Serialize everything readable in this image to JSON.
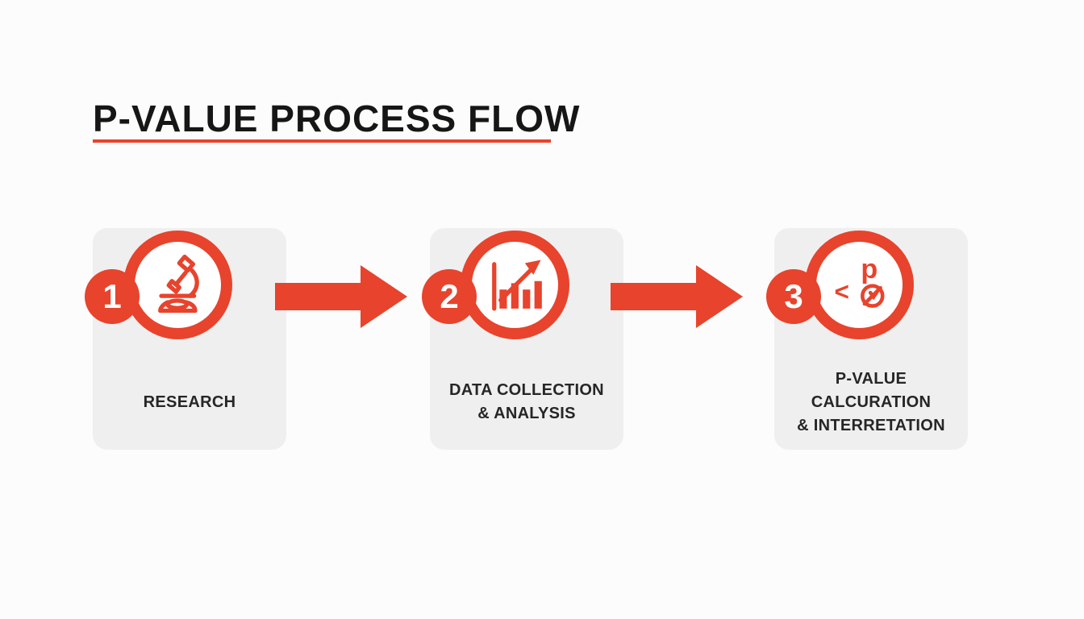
{
  "title": "P-VALUE PROCESS FLOW",
  "colors": {
    "accent": "#E8432C",
    "card_background": "#EFEFEF",
    "title_text": "#161616",
    "page_background": "#FCFCFC"
  },
  "steps": [
    {
      "number": "1",
      "label_line1": "RESEARCH",
      "label_line2": "",
      "icon": "microscope-icon"
    },
    {
      "number": "2",
      "label_line1": "DATA COLLECTION",
      "label_line2": "& ANALYSIS",
      "icon": "bar-chart-icon"
    },
    {
      "number": "3",
      "label_line1": "P-VALUE CALCURATION",
      "label_line2": "& INTERRETATION",
      "icon": "p-value-icon"
    }
  ],
  "p_value_icon_glyphs": {
    "p": "p",
    "less_than": "<"
  }
}
